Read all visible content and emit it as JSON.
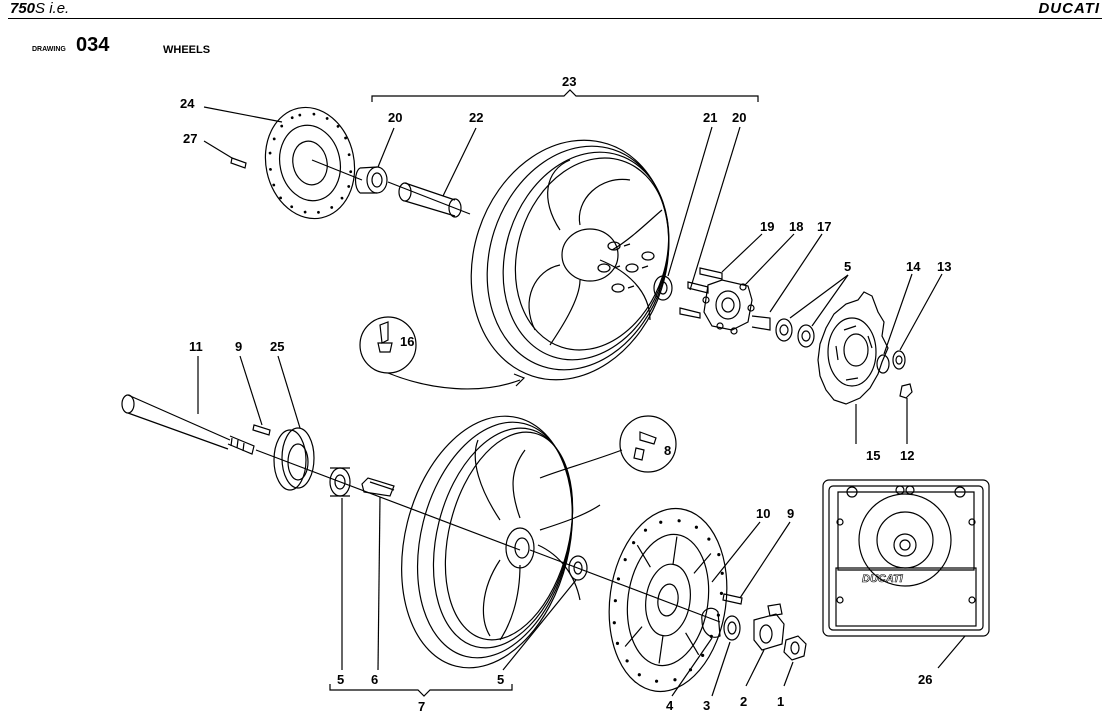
{
  "header": {
    "model": "750",
    "model_suffix": "S i.e.",
    "brand": "DUCATI"
  },
  "drawing": {
    "label": "DRAWING",
    "number": "034",
    "title": "WHEELS"
  },
  "callouts": {
    "c23": "23",
    "c24": "24",
    "c27": "27",
    "c20a": "20",
    "c22": "22",
    "c21": "21",
    "c20b": "20",
    "c19": "19",
    "c18": "18",
    "c17": "17",
    "c5a": "5",
    "c14": "14",
    "c13": "13",
    "c16": "16",
    "c11": "11",
    "c9a": "9",
    "c25": "25",
    "c8": "8",
    "c15": "15",
    "c12": "12",
    "c10": "10",
    "c9b": "9",
    "c5b": "5",
    "c6": "6",
    "c5c": "5",
    "c7": "7",
    "c4": "4",
    "c3": "3",
    "c2": "2",
    "c1": "1",
    "c26": "26"
  },
  "inset": {
    "logo_text": "DUCATI"
  }
}
